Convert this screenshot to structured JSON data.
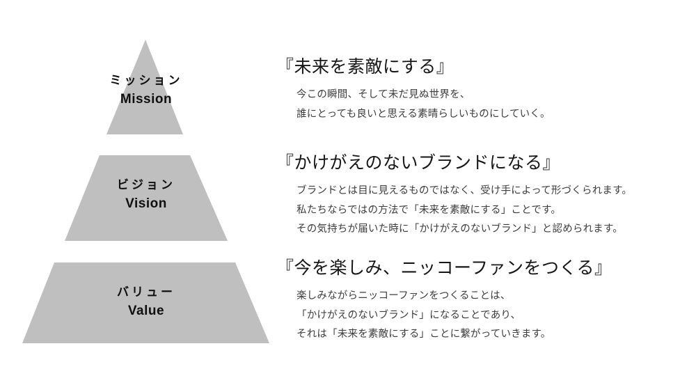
{
  "page": {
    "background_color": "#ffffff"
  },
  "pyramid": {
    "fill_color": "#bfbfbf",
    "levels": [
      {
        "label_ja": "ミッション",
        "label_en": "Mission"
      },
      {
        "label_ja": "ビジョン",
        "label_en": "Vision"
      },
      {
        "label_ja": "バリュー",
        "label_en": "Value"
      }
    ]
  },
  "sections": [
    {
      "title": "『未来を素敵にする』",
      "lines": [
        "今この瞬間、そして未だ見ぬ世界を、",
        "誰にとっても良いと思える素晴らしいものにしていく。"
      ]
    },
    {
      "title": "『かけがえのないブランドになる』",
      "lines": [
        "ブランドとは目に見えるものではなく、受け手によって形づくられます。",
        "私たちならではの方法で「未来を素敵にする」ことです。",
        "その気持ちが届いた時に「かけがえのないブランド」と認められます。"
      ]
    },
    {
      "title": "『今を楽しみ、ニッコーファンをつくる』",
      "lines": [
        "楽しみながらニッコーファンをつくることは、",
        "「かけがえのないブランド」になることであり、",
        "それは「未来を素敵にする」ことに繋がっていきます。"
      ]
    }
  ]
}
